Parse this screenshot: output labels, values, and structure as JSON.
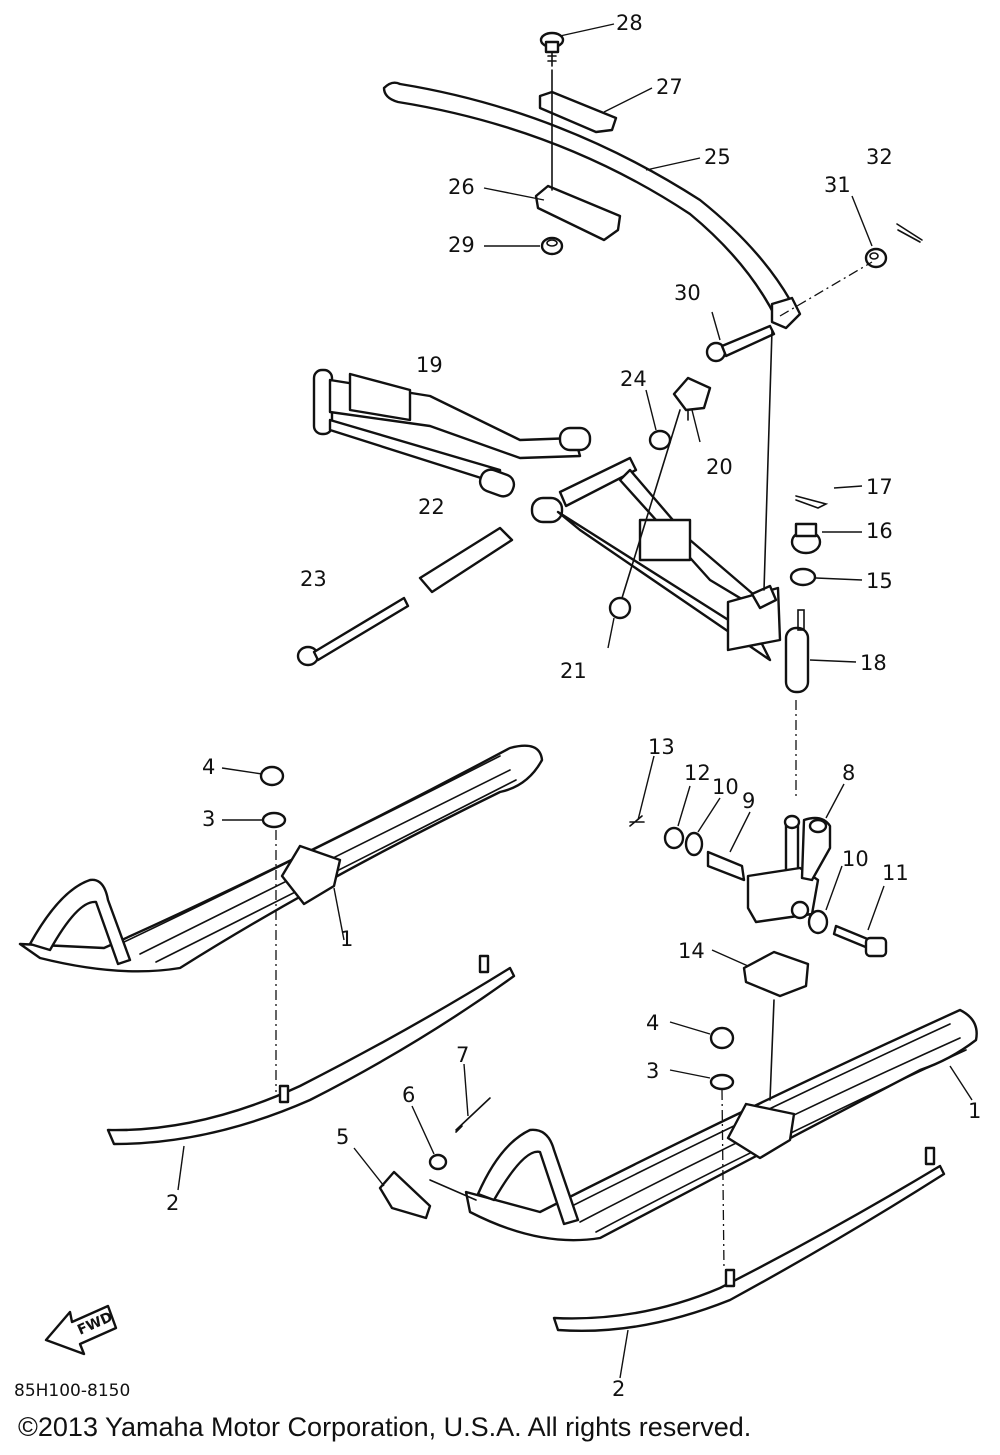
{
  "diagram": {
    "code": "85H100-8150",
    "copyright": "©2013 Yamaha Motor Corporation, U.S.A. All rights reserved.",
    "fwd": "FWD"
  },
  "callouts": [
    "28",
    "27",
    "25",
    "26",
    "29",
    "31",
    "32",
    "30",
    "19",
    "24",
    "20",
    "17",
    "16",
    "22",
    "23",
    "15",
    "21",
    "18",
    "4",
    "3",
    "13",
    "12",
    "10",
    "9",
    "8",
    "10",
    "11",
    "1",
    "14",
    "4",
    "3",
    "7",
    "6",
    "5",
    "2",
    "1",
    "2"
  ]
}
